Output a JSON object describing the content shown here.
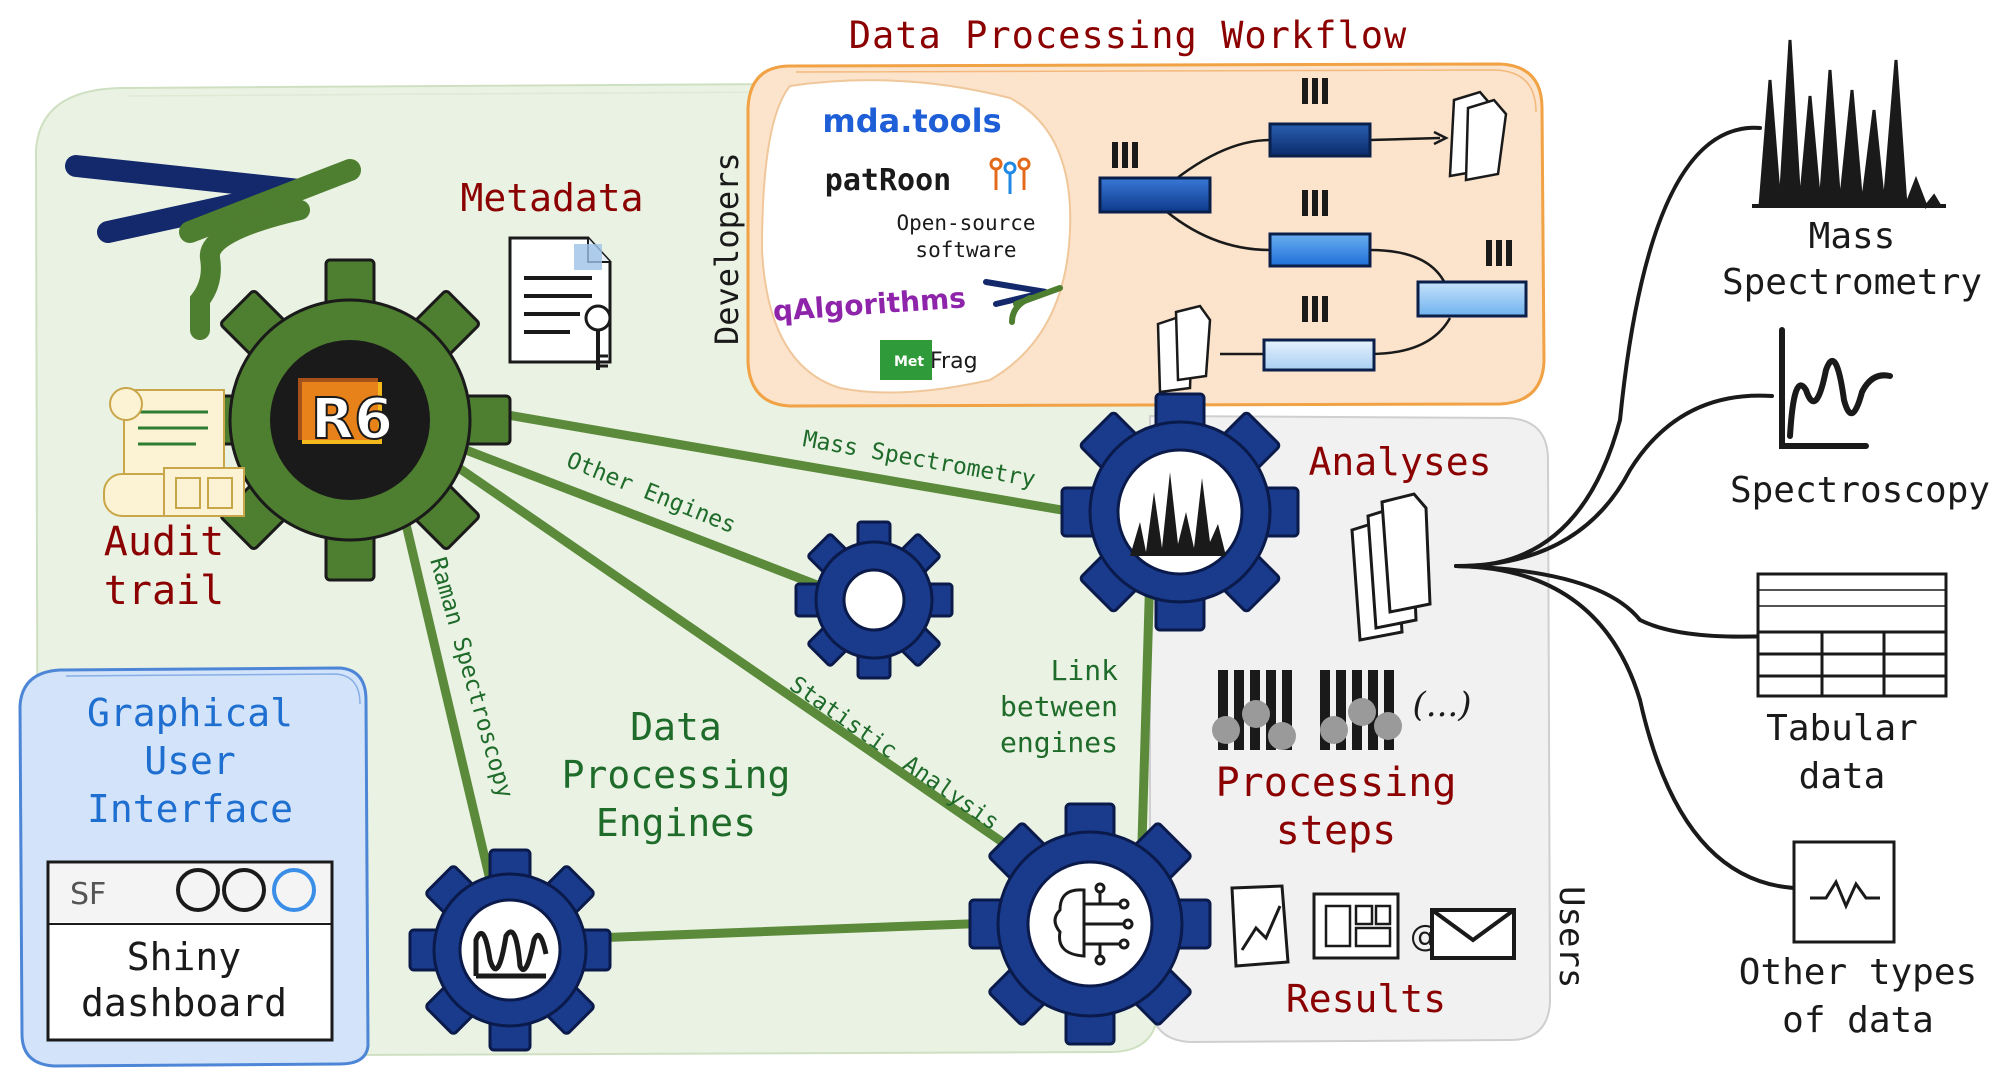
{
  "title": "Data Processing Workflow",
  "labels": {
    "developers": "Developers",
    "metadata": "Metadata",
    "audit_trail_1": "Audit",
    "audit_trail_2": "trail",
    "analyses": "Analyses",
    "processing_steps_1": "Processing",
    "processing_steps_2": "steps",
    "results": "Results",
    "users": "Users",
    "dpe_1": "Data",
    "dpe_2": "Processing",
    "dpe_3": "Engines",
    "link_1": "Link",
    "link_2": "between",
    "link_3": "engines",
    "ellipsis": "(...)",
    "r6": "R6"
  },
  "edges": {
    "mass_spectrometry": "Mass Spectrometry",
    "other_engines": "Other Engines",
    "raman_spectroscopy": "Raman Spectroscopy",
    "statistic_analysis": "Statistic Analysis"
  },
  "software": {
    "mda_tools": "mda.tools",
    "patroon": "patRoon",
    "open_source_1": "Open-source",
    "open_source_2": "software",
    "qalgorithms": "qAlgorithms",
    "metfrag_1": "Met",
    "metfrag_2": "Frag"
  },
  "gui": {
    "title_1": "Graphical",
    "title_2": "User",
    "title_3": "Interface",
    "logo": "SF",
    "dashboard_1": "Shiny",
    "dashboard_2": "dashboard"
  },
  "data_types": {
    "ms_1": "Mass",
    "ms_2": "Spectrometry",
    "spectroscopy": "Spectroscopy",
    "tabular_1": "Tabular",
    "tabular_2": "data",
    "other_1": "Other types",
    "other_2": "of data"
  },
  "colors": {
    "dark_red": "#8b0000",
    "green_text": "#1e6b2a",
    "gear_green": "#4e7e2f",
    "gear_blue": "#1a3a8c",
    "gui_blue": "#1f6fd0",
    "link_green": "#5a8a3a"
  }
}
